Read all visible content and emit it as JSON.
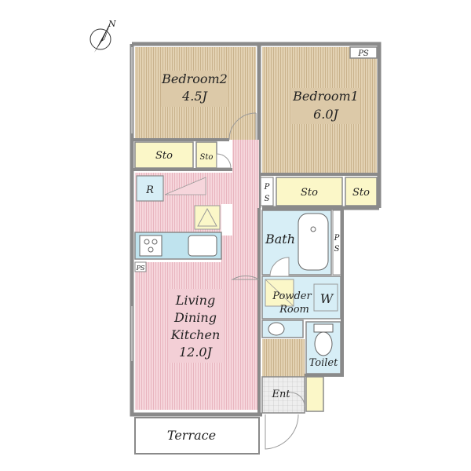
{
  "compass": {
    "label": "N"
  },
  "rooms": {
    "bedroom2": {
      "name": "Bedroom2",
      "size": "4.5J"
    },
    "bedroom1": {
      "name": "Bedroom1",
      "size": "6.0J"
    },
    "ldk": {
      "line1": "Living",
      "line2": "Dining",
      "line3": "Kitchen",
      "size": "12.0J"
    },
    "bath": "Bath",
    "powder_line1": "Powder",
    "powder_line2": "Room",
    "washer": "W",
    "toilet": "Toilet",
    "entrance": "Ent",
    "terrace": "Terrace",
    "fridge": "R"
  },
  "storage": {
    "sto_b2": "Sto",
    "sto_small": "Sto",
    "sto_b1_left": "Sto",
    "sto_b1_right": "Sto"
  },
  "ps": {
    "top_right": "PS",
    "mid": "P\nS",
    "bath_side": "P\nS",
    "kitchen": "PS"
  },
  "colors": {
    "bedroom_floor": "#dcc9a8",
    "ldk_floor": "#f3cfd6",
    "storage": "#fbf7c8",
    "wet_area": "#d7eef6",
    "wall": "#8a8a8a",
    "entrance": "#e6e6e6",
    "kitchen_counter": "#bfe3ee"
  }
}
